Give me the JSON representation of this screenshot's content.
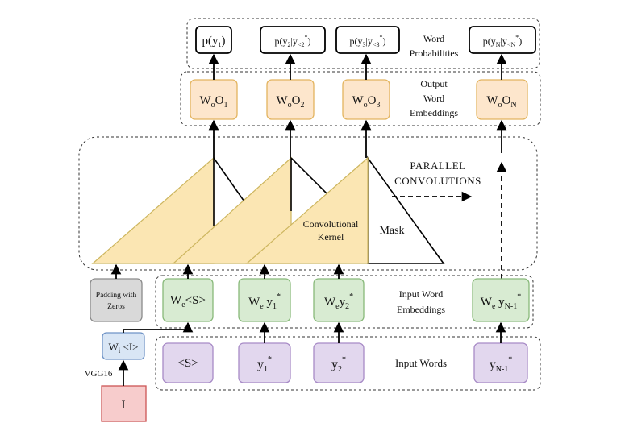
{
  "probabilities": {
    "boxes": [
      {
        "main": "p(y",
        "sub": "1",
        "rest": ")"
      },
      {
        "main": "p(y",
        "sub": "2",
        "mid": "|y",
        "sub2": "<2",
        "sup": "*",
        "rest": ")"
      },
      {
        "main": "p(y",
        "sub": "3",
        "mid": "|y",
        "sub2": "<3",
        "sup": "*",
        "rest": ")"
      },
      {
        "main": "p(y",
        "sub": "N",
        "mid": "|y",
        "sub2": "<N",
        "sup": "*",
        "rest": ")"
      }
    ],
    "label_line1": "Word",
    "label_line2": "Probabilities"
  },
  "output_embeddings": {
    "boxes": [
      {
        "a": "W",
        "a_sub": "o",
        "b": "O",
        "b_sub": "1"
      },
      {
        "a": "W",
        "a_sub": "o",
        "b": "O",
        "b_sub": "2"
      },
      {
        "a": "W",
        "a_sub": "o",
        "b": "O",
        "b_sub": "3"
      },
      {
        "a": "W",
        "a_sub": "o",
        "b": "O",
        "b_sub": "N"
      }
    ],
    "label_line1": "Output",
    "label_line2": "Word",
    "label_line3": "Embeddings"
  },
  "convolutions": {
    "title_line1": "PARALLEL",
    "title_line2": "CONVOLUTIONS",
    "kernel_line1": "Convolutional",
    "kernel_line2": "Kernel",
    "mask_label": "Mask"
  },
  "input_embeddings": {
    "padding_line1": "Padding with",
    "padding_line2": "Zeros",
    "boxes": [
      {
        "a": "W",
        "a_sub": "e",
        "b": "<S>"
      },
      {
        "a": "W",
        "a_sub": "e",
        "b": " y",
        "b_sub": "1",
        "b_sup": "*"
      },
      {
        "a": "W",
        "a_sub": "e",
        "b": "y",
        "b_sub": "2",
        "b_sup": "*"
      },
      {
        "a": "W",
        "a_sub": "e",
        "b": " y",
        "b_sub": "N-1",
        "b_sup": "*"
      }
    ],
    "label_line1": "Input Word",
    "label_line2": "Embeddings"
  },
  "input_words": {
    "image_embed": {
      "a": "W",
      "a_sub": "i",
      "b": " <I>"
    },
    "vgg_label": "VGG16",
    "image_label": "I",
    "boxes": [
      {
        "a": "<S>"
      },
      {
        "a": "y",
        "a_sub": "1",
        "a_sup": "*"
      },
      {
        "a": "y",
        "a_sub": "2",
        "a_sup": "*"
      },
      {
        "a": "y",
        "a_sub": "N-1",
        "a_sup": "*"
      }
    ],
    "label": "Input Words"
  },
  "colors": {
    "output_fill": "#fde6cc",
    "output_stroke": "#e3b45f",
    "input_emb_fill": "#d8ebd2",
    "input_emb_stroke": "#88b97a",
    "word_fill": "#e2d7ee",
    "word_stroke": "#a78ac6",
    "image_fill": "#f7cccc",
    "image_stroke": "#cc5555",
    "wi_fill": "#d9e6f5",
    "wi_stroke": "#6f93c6",
    "pad_fill": "#d9d9d9",
    "pad_stroke": "#8a8a8a",
    "kernel_fill": "#fbe6b3",
    "kernel_stroke": "#cdb65f"
  }
}
